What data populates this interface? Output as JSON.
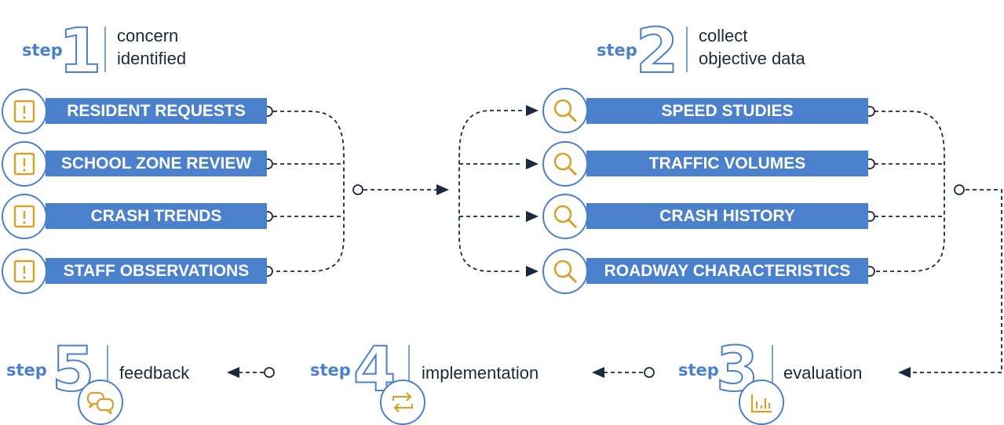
{
  "colors": {
    "accent": "#4a80cc",
    "icon": "#d4a12a",
    "ink": "#1a2a3c"
  },
  "steps": [
    {
      "word": "step",
      "number": "1",
      "label_line1": "concern",
      "label_line2": "identified"
    },
    {
      "word": "step",
      "number": "2",
      "label_line1": "collect",
      "label_line2": "objective data"
    },
    {
      "word": "step",
      "number": "3",
      "label": "evaluation",
      "icon": "bar-chart-icon"
    },
    {
      "word": "step",
      "number": "4",
      "label": "implementation",
      "icon": "cycle-arrows-icon"
    },
    {
      "word": "step",
      "number": "5",
      "label": "feedback",
      "icon": "speech-bubbles-icon"
    }
  ],
  "concerns": [
    {
      "label": "RESIDENT REQUESTS",
      "icon": "alert-icon"
    },
    {
      "label": "SCHOOL ZONE REVIEW",
      "icon": "alert-icon"
    },
    {
      "label": "CRASH TRENDS",
      "icon": "alert-icon"
    },
    {
      "label": "STAFF OBSERVATIONS",
      "icon": "alert-icon"
    }
  ],
  "data_sources": [
    {
      "label": "SPEED STUDIES",
      "icon": "magnifier-icon"
    },
    {
      "label": "TRAFFIC VOLUMES",
      "icon": "magnifier-icon"
    },
    {
      "label": "CRASH HISTORY",
      "icon": "magnifier-icon"
    },
    {
      "label": "ROADWAY CHARACTERISTICS",
      "icon": "magnifier-icon"
    }
  ]
}
